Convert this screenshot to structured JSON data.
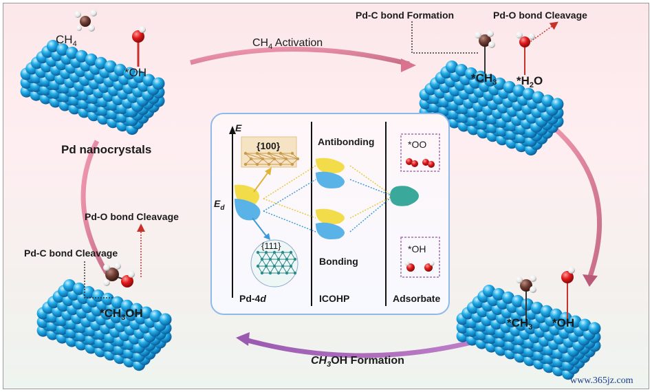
{
  "colors": {
    "sphere": "#1aa6e6",
    "arrow": "#d9748f",
    "panel_border": "#8fb8e8",
    "yellow_lobe": "#f2dc4a",
    "blue_lobe": "#5ab3e6",
    "teal_lobe": "#3aa89a",
    "c_atom": "#6b3b32",
    "o_atom": "#e01a1a",
    "h_atom": "#f2f2f2"
  },
  "cycle": {
    "top": {
      "text": "CH",
      "sub": "4",
      "tail": " Activation"
    },
    "bottom": {
      "text": "CH",
      "sub": "3",
      "tail": "OH Formation"
    }
  },
  "top_left": {
    "ch4": {
      "text": "CH",
      "sub": "4"
    },
    "oh": "*OH",
    "caption": "Pd nanocrystals"
  },
  "top_right": {
    "pdc_formation": "Pd-C bond Formation",
    "pdo_cleavage": "Pd-O bond Cleavage",
    "ch3": {
      "text": "*CH",
      "sub": "3"
    },
    "h2o": {
      "pre": "*H",
      "sub": "2",
      "post": "O"
    }
  },
  "bottom_left": {
    "pdo_cleavage": "Pd-O bond Cleavage",
    "pdc_cleavage": "Pd-C bond Cleavage",
    "ch3oh": {
      "text": "*CH",
      "sub": "3",
      "tail": "OH"
    }
  },
  "bottom_right": {
    "ch3": {
      "text": "*CH",
      "sub": "3"
    },
    "oh": "*OH"
  },
  "panel": {
    "axis_e": "E",
    "axis_ed": "E",
    "axis_ed_sub": "d",
    "facet_100": "{100}",
    "facet_111": "{111}",
    "pd4d": "Pd-4",
    "pd4d_italic": "d",
    "antibonding": "Antibonding",
    "bonding": "Bonding",
    "icohp": "ICOHP",
    "adsorbate": "Adsorbate",
    "oo": "*OO",
    "oh": "*OH"
  },
  "watermark": "www.365jz.com"
}
